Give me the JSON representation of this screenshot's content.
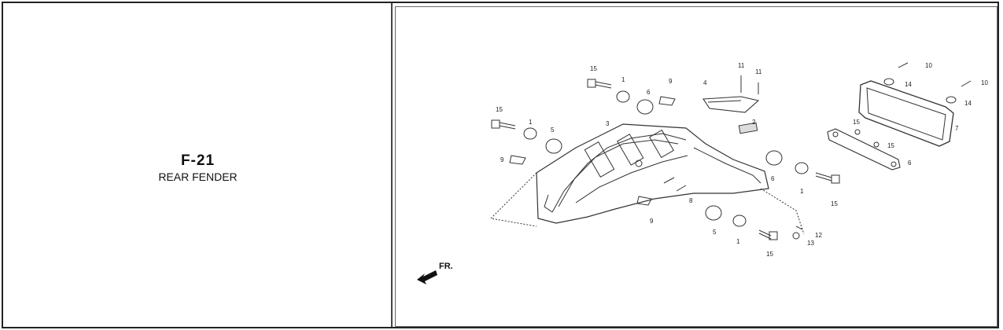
{
  "page": {
    "code": "F-21",
    "title": "REAR FENDER"
  },
  "diagram": {
    "direction_label": "FR.",
    "callouts": [
      "1",
      "1",
      "1",
      "1",
      "2",
      "3",
      "4",
      "5",
      "5",
      "6",
      "6",
      "6",
      "7",
      "8",
      "9",
      "9",
      "9",
      "10",
      "10",
      "11",
      "11",
      "12",
      "13",
      "14",
      "14",
      "15",
      "15",
      "15",
      "15",
      "15",
      "15"
    ]
  },
  "colors": {
    "line": "#333333",
    "border": "#222222"
  }
}
